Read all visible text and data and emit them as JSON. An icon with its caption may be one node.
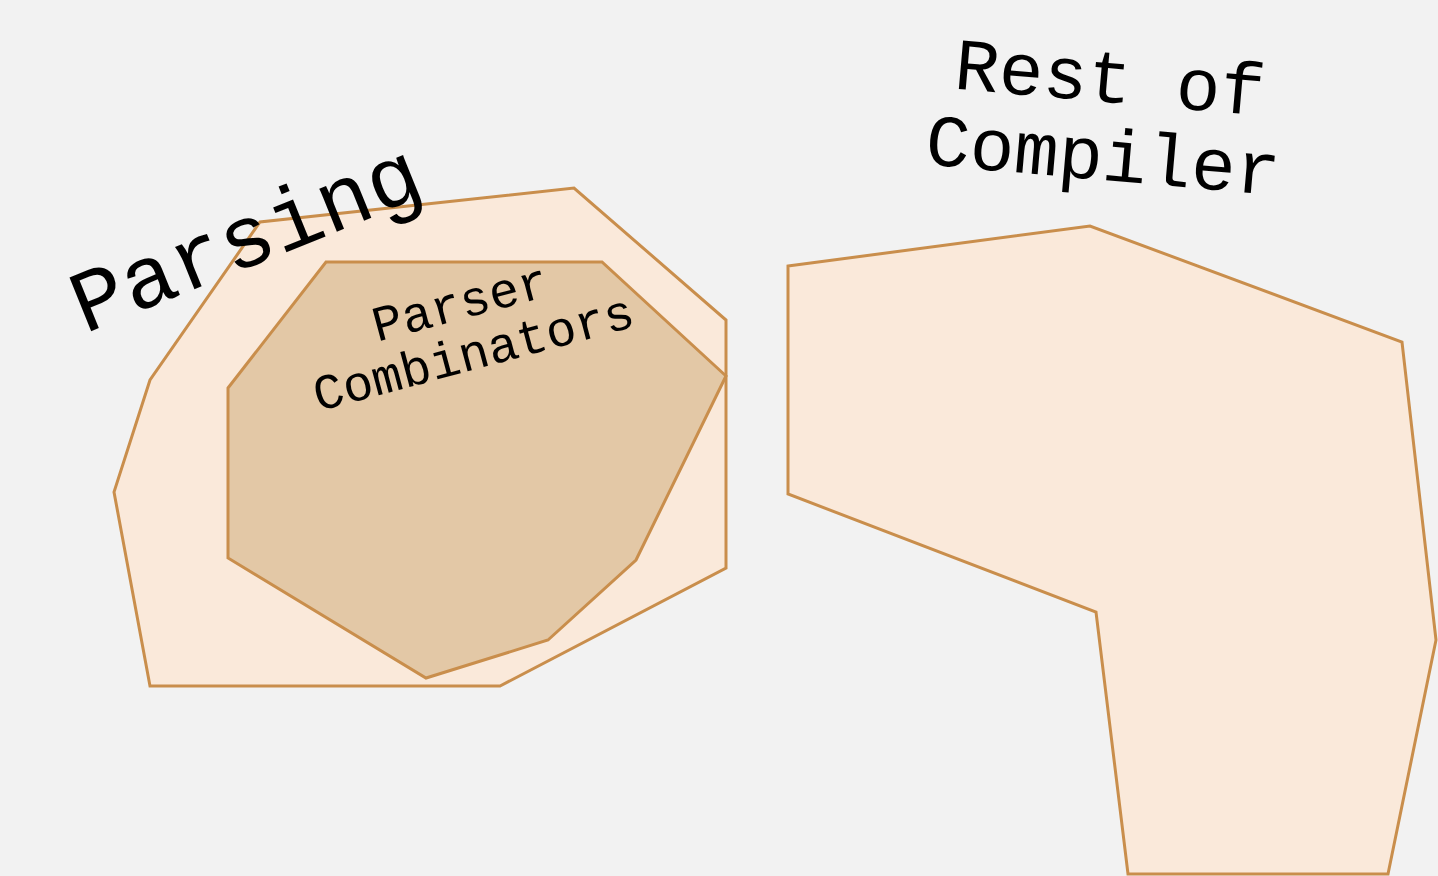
{
  "diagram": {
    "nodes": [
      {
        "text": [
          "Parsing"
        ]
      },
      {
        "text": [
          "Parser Combinators"
        ],
        "in": 0
      },
      {
        "text": [
          "Rest of Compiler"
        ]
      }
    ]
  }
}
